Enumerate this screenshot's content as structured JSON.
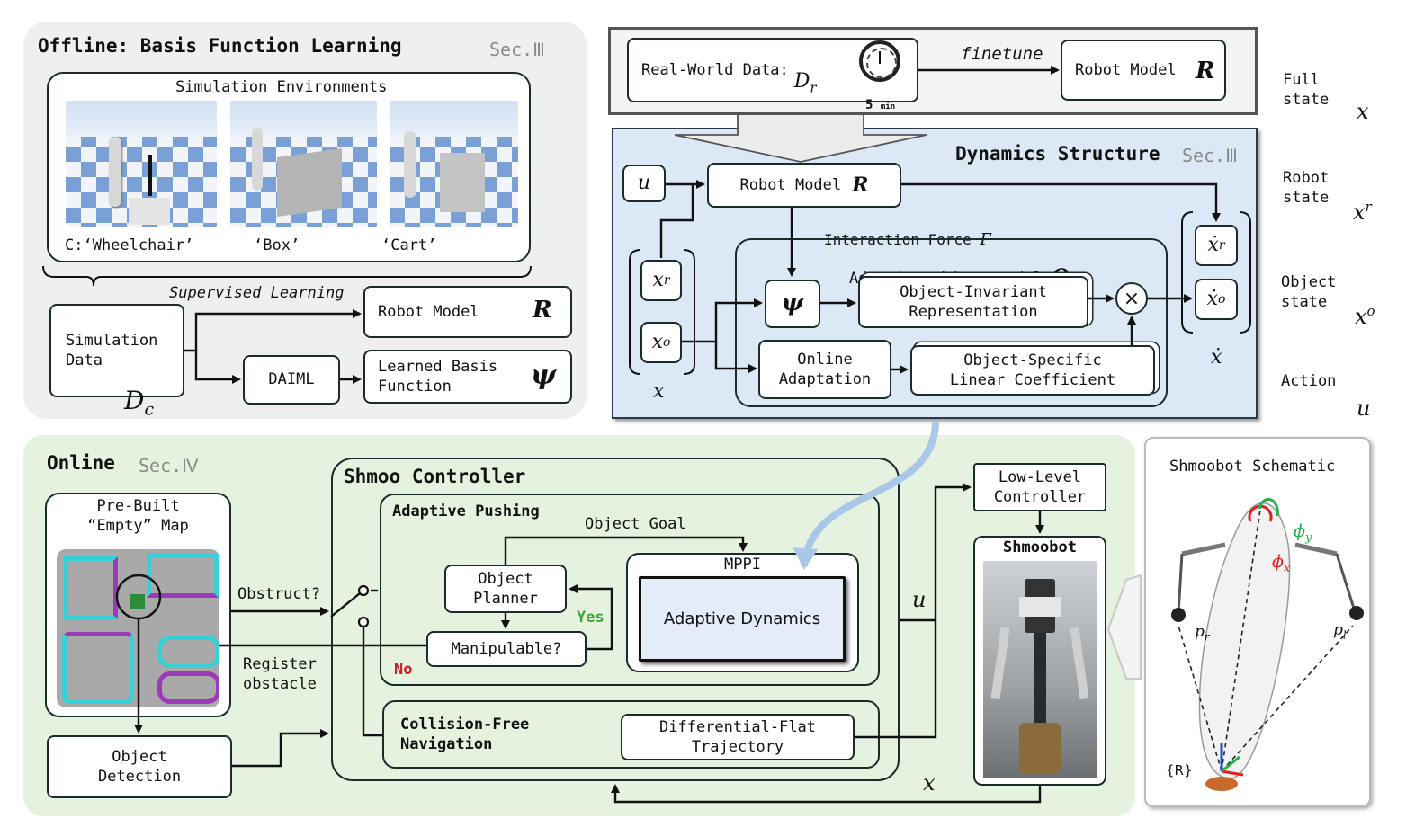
{
  "offline": {
    "title": "Offline: Basis Function Learning",
    "sec": "Sec.Ⅲ",
    "sim_envs_title": "Simulation Environments",
    "env_labels": [
      "C:‘Wheelchair’",
      "‘Box’",
      "‘Cart’"
    ],
    "supervised": "Supervised Learning",
    "sim_data": "Simulation\nData",
    "sim_data_symbol": "D",
    "sim_data_sub": "c",
    "robot_model": "Robot Model",
    "robot_model_symbol": "R",
    "daiml": "DAIML",
    "learned_basis": "Learned Basis\nFunction",
    "psi": "ψ"
  },
  "top": {
    "real_world": "Real-World Data:",
    "real_world_symbol": "D",
    "real_world_sub": "r",
    "timer_label": "5",
    "timer_unit": "min",
    "finetune": "finetune",
    "robot_model": "Robot Model",
    "robot_model_symbol": "R"
  },
  "dynamics": {
    "title": "Dynamics Structure",
    "sec": "Sec.Ⅲ",
    "u": "u",
    "robot_model": "Robot Model",
    "robot_model_symbol": "R",
    "interaction_force": "Interaction Force",
    "gamma": "Γ",
    "aom_title": "Adaptive Object Model",
    "aom_symbol": "O",
    "psi": "ψ",
    "obj_invariant": "Object-Invariant\nRepresentation",
    "online_adapt": "Online\nAdaptation",
    "obj_specific": "Object-Specific\nLinear Coefficient",
    "times": "×",
    "xr": "x",
    "xr_sup": "r",
    "xo": "x",
    "xo_sup": "o",
    "x": "x",
    "xdot_r": "ẋ",
    "xdot_r_sup": "r",
    "xdot_o": "ẋ",
    "xdot_o_sup": "o",
    "xdot": "ẋ"
  },
  "legend": [
    {
      "label": "Full\nstate",
      "symbol": "x",
      "sup": ""
    },
    {
      "label": "Robot\nstate",
      "symbol": "x",
      "sup": "r"
    },
    {
      "label": "Object\nstate",
      "symbol": "x",
      "sup": "o"
    },
    {
      "label": "Action",
      "symbol": "u",
      "sup": ""
    }
  ],
  "online": {
    "title": "Online",
    "sec": "Sec.Ⅳ",
    "map_title": "Pre-Built\n“Empty” Map",
    "obj_detection": "Object\nDetection",
    "obstruct": "Obstruct?",
    "register": "Register\nobstacle",
    "shmoo": "Shmoo Controller",
    "adaptive_pushing": "Adaptive Pushing",
    "object_goal": "Object Goal",
    "object_planner": "Object\nPlanner",
    "manipulable": "Manipulable?",
    "yes": "Yes",
    "no": "No",
    "mppi": "MPPI",
    "adaptive_dynamics": "Adaptive Dynamics",
    "collision_free": "Collision-Free\nNavigation",
    "diff_flat": "Differential-Flat\nTrajectory",
    "u": "u",
    "x": "x",
    "low_level": "Low-Level\nController",
    "shmoobot": "Shmoobot"
  },
  "schematic": {
    "title": "Shmoobot Schematic",
    "phi_y": "ϕ",
    "phi_y_sub": "y",
    "phi_x": "ϕ",
    "phi_x_sub": "x",
    "p_r": "p",
    "p_r_sub": "r",
    "p_l": "p",
    "p_l_sub": "l",
    "frame": "{R}"
  },
  "colors": {
    "offline_bg": "#efefef",
    "dynamics_bg": "#dce8f5",
    "online_bg": "#e6f2e0",
    "yes": "#3aa635",
    "no": "#c82020",
    "curved_arrow": "#a9c8e8",
    "phi_y": "#22b04a",
    "phi_x": "#e02020"
  }
}
